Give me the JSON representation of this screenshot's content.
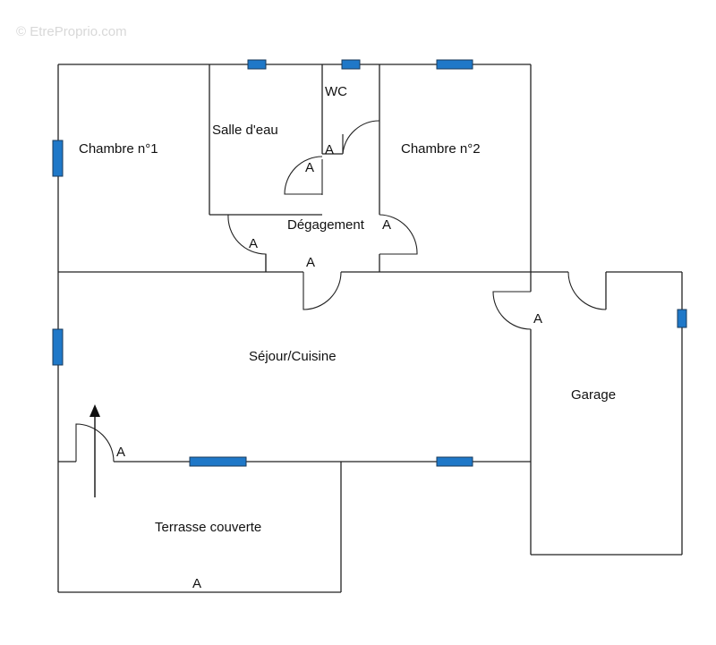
{
  "watermark": "© EtreProprio.com",
  "rooms": {
    "chambre1": "Chambre n°1",
    "salle_eau": "Salle d'eau",
    "wc": "WC",
    "chambre2": "Chambre n°2",
    "degagement": "Dégagement",
    "sejour": "Séjour/Cuisine",
    "garage": "Garage",
    "terrasse": "Terrasse couverte"
  },
  "door_marker": "A",
  "colors": {
    "window": "#1f78c8",
    "wall": "#222222",
    "background": "#ffffff"
  }
}
